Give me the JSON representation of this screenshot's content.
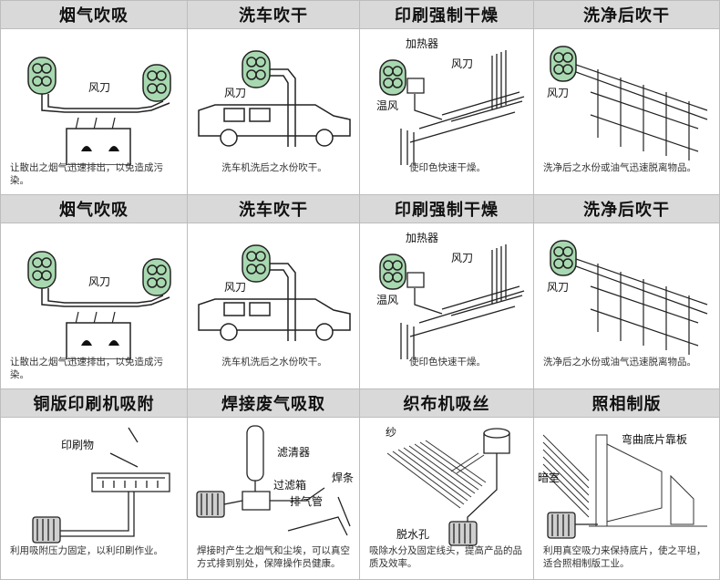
{
  "panels": [
    {
      "title": "烟气吹吸",
      "labels": [
        "风刀"
      ],
      "caption": "让散出之烟气迅速排出，以免造成污染。"
    },
    {
      "title": "洗车吹干",
      "labels": [
        "风刀"
      ],
      "caption": "洗车机洗后之水份吹干。"
    },
    {
      "title": "印刷强制干燥",
      "labels": [
        "加热器",
        "风刀",
        "温风"
      ],
      "caption": "使印色快速干燥。"
    },
    {
      "title": "洗净后吹干",
      "labels": [
        "风刀"
      ],
      "caption": "洗净后之水份或油气迅速脱离物品。"
    },
    {
      "title": "烟气吹吸",
      "labels": [
        "风刀"
      ],
      "caption": "让散出之烟气迅速排出，以免造成污染。"
    },
    {
      "title": "洗车吹干",
      "labels": [
        "风刀"
      ],
      "caption": "洗车机洗后之水份吹干。"
    },
    {
      "title": "印刷强制干燥",
      "labels": [
        "加热器",
        "风刀",
        "温风"
      ],
      "caption": "使印色快速干燥。"
    },
    {
      "title": "洗净后吹干",
      "labels": [
        "风刀"
      ],
      "caption": "洗净后之水份或油气迅速脱离物品。"
    },
    {
      "title": "铜版印刷机吸附",
      "labels": [
        "印刷物"
      ],
      "caption": "利用吸附压力固定，以利印刷作业。"
    },
    {
      "title": "焊接废气吸取",
      "labels": [
        "滤清器",
        "过滤箱",
        "排气管",
        "焊条"
      ],
      "caption": "焊接时产生之烟气和尘埃，可以真空方式排到别处，保障操作员健康。"
    },
    {
      "title": "织布机吸丝",
      "labels": [
        "纱",
        "脱水孔"
      ],
      "caption": "吸除水分及固定线头，提高产品的品质及效率。"
    },
    {
      "title": "照相制版",
      "labels": [
        "弯曲底片靠板",
        "暗室"
      ],
      "caption": "利用真空吸力来保持底片，使之平坦，适合照相制版工业。"
    }
  ],
  "colors": {
    "header_bg": "#d9d9d9",
    "blower_fill": "#a8d8b0",
    "border": "#bdbdbd"
  }
}
